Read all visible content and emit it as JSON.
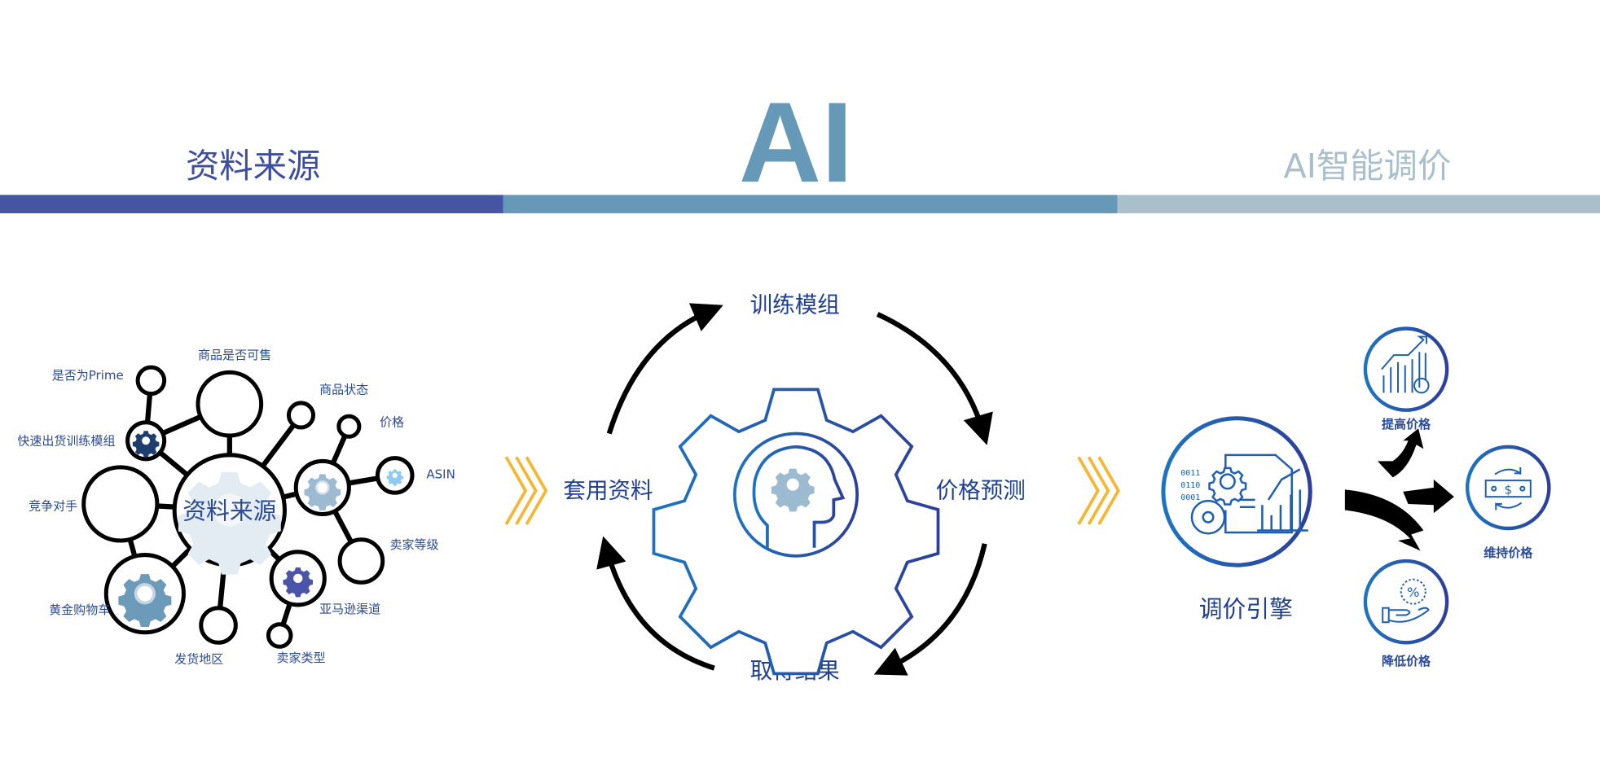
{
  "header": {
    "left_title": "资料来源",
    "center_title": "AI",
    "right_title": "AI智能调价"
  },
  "colors": {
    "dark_blue": "#4654a4",
    "mid_blue": "#6699b8",
    "light_blue": "#a9bfcc",
    "text_blue": "#2b4a9a",
    "chevron": "#f5b731"
  },
  "data_sources": {
    "center": "资料来源",
    "nodes": [
      "是否为Prime",
      "商品是否可售",
      "商品状态",
      "价格",
      "ASIN",
      "快速出货训练模组",
      "竞争对手",
      "卖家等级",
      "黄金购物车",
      "亚马逊渠道",
      "发货地区",
      "卖家类型"
    ]
  },
  "cycle": {
    "top": "训练模组",
    "right": "价格预测",
    "bottom": "取得结果",
    "left": "套用资料"
  },
  "engine": {
    "label": "调价引擎",
    "binary": [
      "0011",
      "0110",
      "0001"
    ],
    "outcomes": [
      "提高价格",
      "维持价格",
      "降低价格"
    ]
  }
}
